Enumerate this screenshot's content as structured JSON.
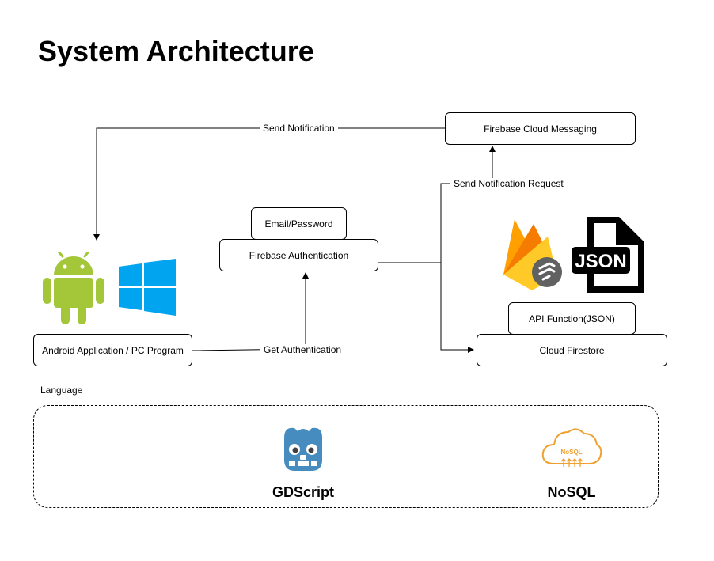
{
  "title": "System Architecture",
  "nodes": {
    "fcm": "Firebase Cloud Messaging",
    "email_password": "Email/Password",
    "firebase_auth": "Firebase Authentication",
    "client": "Android Application / PC Program",
    "api_function": "API Function(JSON)",
    "cloud_firestore": "Cloud Firestore"
  },
  "edges": {
    "send_notification": "Send Notification",
    "send_notification_request": "Send Notification Request",
    "get_authentication": "Get Authentication"
  },
  "language": {
    "label": "Language",
    "items": [
      {
        "name": "GDScript",
        "icon": "godot-icon"
      },
      {
        "name": "NoSQL",
        "icon": "nosql-cloud-icon"
      }
    ]
  },
  "icons": {
    "json_badge_text": "JSON",
    "nosql_badge_text": "NoSQL"
  },
  "colors": {
    "android": "#A4C639",
    "windows": "#00A4EF",
    "godot": "#478CBF",
    "nosql": "#F0A030",
    "firebase_yellow": "#FFCA28",
    "firebase_orange": "#F57C00"
  }
}
